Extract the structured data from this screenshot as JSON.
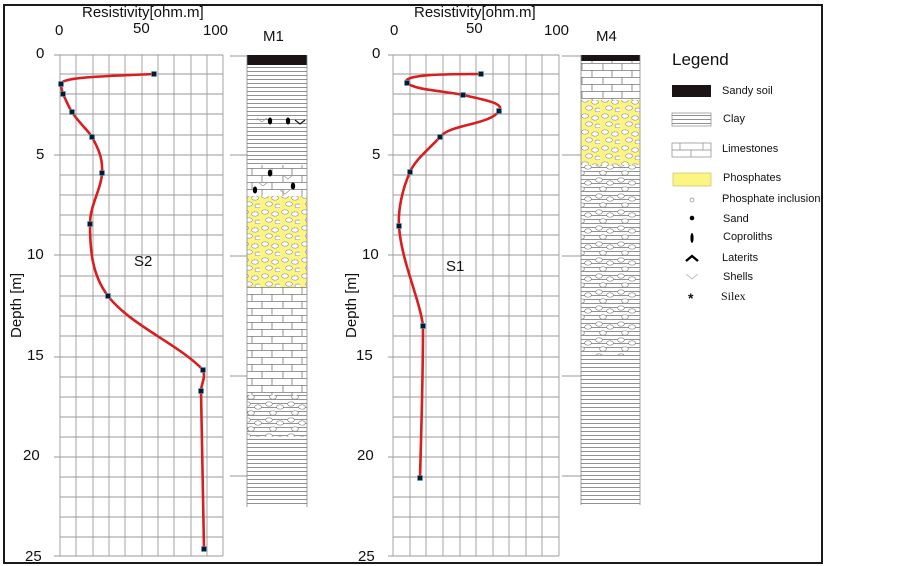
{
  "figure": {
    "panels": [
      {
        "id": "S2",
        "xlabel": "Resistivity[ohm.m]",
        "ylabel": "Depth [m]",
        "x_ticks": [
          "0",
          "50",
          "100"
        ],
        "y_ticks": [
          "0",
          "5",
          "10",
          "15",
          "20",
          "25"
        ],
        "profile_label": "S2",
        "column_label": "M1"
      },
      {
        "id": "S1",
        "xlabel": "Resistivity[ohm.m]",
        "ylabel": "Depth [m]",
        "x_ticks": [
          "0",
          "50",
          "100"
        ],
        "y_ticks": [
          "0",
          "5",
          "10",
          "15",
          "20",
          "25"
        ],
        "profile_label": "S1",
        "column_label": "M4"
      }
    ],
    "legend": {
      "title": "Legend",
      "items": [
        {
          "label": "Sandy soil",
          "symbol": "sandy-soil-swatch"
        },
        {
          "label": "Clay",
          "symbol": "clay-swatch"
        },
        {
          "label": "Limestones",
          "symbol": "limestone-swatch"
        },
        {
          "label": "Phosphates",
          "symbol": "phosphate-swatch"
        },
        {
          "label": "Phosphate inclusion",
          "symbol": "open-circle"
        },
        {
          "label": "Sand",
          "symbol": "filled-dot"
        },
        {
          "label": "Coproliths",
          "symbol": "vertical-ellipse"
        },
        {
          "label": "Laterits",
          "symbol": "caret"
        },
        {
          "label": "Shells",
          "symbol": "v-mark"
        },
        {
          "label": "Silex",
          "symbol": "asterisk"
        }
      ]
    },
    "colors": {
      "curve": "#d81e1e",
      "marker": "#0b1a2a",
      "grid": "#9a9a9a",
      "sandy_soil": "#1c1414",
      "phosphate": "#fdf582",
      "frame": "#1a1a1a"
    }
  },
  "chart_data": [
    {
      "type": "line",
      "title": "S2 (borehole M1)",
      "xlabel": "Resistivity[ohm.m]",
      "ylabel": "Depth [m]",
      "xlim": [
        0,
        100
      ],
      "ylim": [
        25,
        0
      ],
      "grid": true,
      "x_ticks": [
        0,
        50,
        100
      ],
      "y_ticks": [
        0,
        5,
        10,
        15,
        20,
        25
      ],
      "series": [
        {
          "name": "S2",
          "points": [
            {
              "resistivity": 58,
              "depth": 1.0
            },
            {
              "resistivity": 0.5,
              "depth": 1.5
            },
            {
              "resistivity": 2,
              "depth": 2.0
            },
            {
              "resistivity": 7,
              "depth": 2.8
            },
            {
              "resistivity": 20,
              "depth": 4.1
            },
            {
              "resistivity": 26,
              "depth": 5.9
            },
            {
              "resistivity": 18,
              "depth": 8.4
            },
            {
              "resistivity": 29,
              "depth": 12.0
            },
            {
              "resistivity": 88,
              "depth": 15.6
            },
            {
              "resistivity": 87,
              "depth": 16.7
            },
            {
              "resistivity": 88,
              "depth": 24.5
            }
          ]
        }
      ],
      "lithology_column": {
        "name": "M1",
        "layers": [
          {
            "from": 0.0,
            "to": 0.5,
            "type": "Sandy soil"
          },
          {
            "from": 0.5,
            "to": 3.0,
            "type": "Clay"
          },
          {
            "from": 3.0,
            "to": 3.6,
            "type": "Clay with Shells and Sand"
          },
          {
            "from": 3.6,
            "to": 5.5,
            "type": "Clay / Limestones"
          },
          {
            "from": 5.5,
            "to": 7.0,
            "type": "Limestones with Sand and Shells"
          },
          {
            "from": 7.0,
            "to": 11.5,
            "type": "Phosphates"
          },
          {
            "from": 11.5,
            "to": 16.8,
            "type": "Limestones"
          },
          {
            "from": 16.8,
            "to": 18.8,
            "type": "Clay with Phosphate inclusion"
          },
          {
            "from": 18.8,
            "to": 22.3,
            "type": "Clay"
          }
        ]
      }
    },
    {
      "type": "line",
      "title": "S1 (borehole M4)",
      "xlabel": "Resistivity[ohm.m]",
      "ylabel": "Depth [m]",
      "xlim": [
        0,
        100
      ],
      "ylim": [
        25,
        0
      ],
      "grid": true,
      "x_ticks": [
        0,
        50,
        100
      ],
      "y_ticks": [
        0,
        5,
        10,
        15,
        20,
        25
      ],
      "series": [
        {
          "name": "S1",
          "points": [
            {
              "resistivity": 53,
              "depth": 1.0
            },
            {
              "resistivity": 8,
              "depth": 1.4
            },
            {
              "resistivity": 42,
              "depth": 2.0
            },
            {
              "resistivity": 64,
              "depth": 2.8
            },
            {
              "resistivity": 28,
              "depth": 4.1
            },
            {
              "resistivity": 10,
              "depth": 5.8
            },
            {
              "resistivity": 4,
              "depth": 8.5
            },
            {
              "resistivity": 18,
              "depth": 13.4
            },
            {
              "resistivity": 16,
              "depth": 21.0
            }
          ]
        }
      ],
      "lithology_column": {
        "name": "M4",
        "layers": [
          {
            "from": 0.0,
            "to": 0.3,
            "type": "Sandy soil"
          },
          {
            "from": 0.3,
            "to": 2.3,
            "type": "Limestones"
          },
          {
            "from": 2.3,
            "to": 5.5,
            "type": "Phosphates"
          },
          {
            "from": 5.5,
            "to": 15.0,
            "type": "Clay with Phosphate inclusion"
          },
          {
            "from": 15.0,
            "to": 22.3,
            "type": "Clay"
          }
        ]
      }
    }
  ]
}
